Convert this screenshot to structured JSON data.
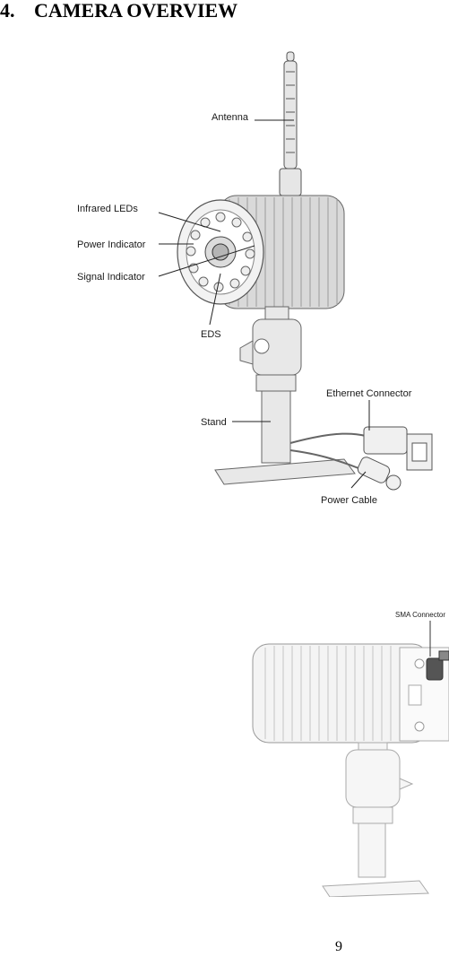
{
  "section": {
    "number": "4.",
    "title": "CAMERA OVERVIEW"
  },
  "front_view": {
    "labels": {
      "antenna": "Antenna",
      "infrared_leds": "Infrared LEDs",
      "power_indicator": "Power Indicator",
      "signal_indicator": "Signal Indicator",
      "eds": "EDS",
      "ethernet_connector": "Ethernet Connector",
      "stand": "Stand",
      "power_cable": "Power Cable"
    }
  },
  "back_view": {
    "labels": {
      "sma_connector": "SMA Connector"
    }
  },
  "page_number": "9"
}
